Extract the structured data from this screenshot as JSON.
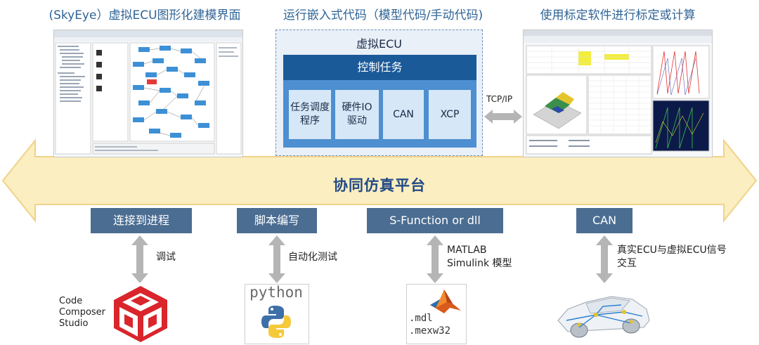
{
  "sections": {
    "skyeye_title": "(SkyEye）虚拟ECU图形化建模界面",
    "embedded_title": "运行嵌入式代码（模型代码/手动代码)",
    "calib_title": "使用标定软件进行标定或计算"
  },
  "virtual_ecu": {
    "title": "虚拟ECU",
    "control_task": "控制任务",
    "modules": [
      "任务调度程序",
      "硬件IO驱动",
      "CAN",
      "XCP"
    ]
  },
  "link_label": "TCP/IP",
  "platform": "协同仿真平台",
  "connectors": [
    {
      "box": "连接到进程",
      "side_label": "调试",
      "tool_label": "Code Composer Studio"
    },
    {
      "box": "脚本编写",
      "side_label": "自动化测试",
      "tool_label": "python"
    },
    {
      "box": "S-Function or dll",
      "side_label": "MATLAB Simulink 模型",
      "tool_label": ".mdl .mexw32"
    },
    {
      "box": "CAN",
      "side_label": "真实ECU与虚拟ECU信号交互",
      "tool_label": ""
    }
  ],
  "colors": {
    "arrow_fill": "#fbeec0",
    "arrow_stroke": "#f0d38a",
    "dark_box": "#4b6d92",
    "control_bar": "#1b5a98",
    "control_body": "#4d8fd0",
    "module": "#d6e7f7",
    "ccs_red": "#d9252b"
  },
  "icons": [
    "ccs-cube-icon",
    "python-logo-icon",
    "matlab-membrane-icon",
    "car-icon"
  ]
}
